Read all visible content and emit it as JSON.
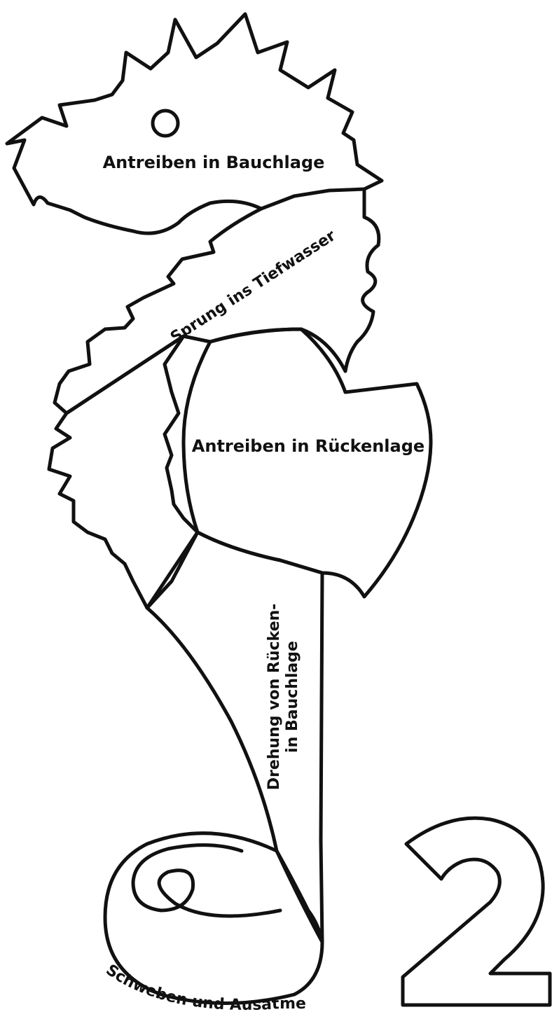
{
  "labels": {
    "head": "Antreiben in Bauchlage",
    "neck": "Sprung ins Tiefwasser",
    "belly": "Antreiben in Rückenlage",
    "tail_line1": "Drehung von Rücken-",
    "tail_line2": "in Bauchlage",
    "curl": "Schweben und Ausatmen"
  },
  "badge_number": "2",
  "colors": {
    "outline": "#111111",
    "background": "#ffffff"
  }
}
